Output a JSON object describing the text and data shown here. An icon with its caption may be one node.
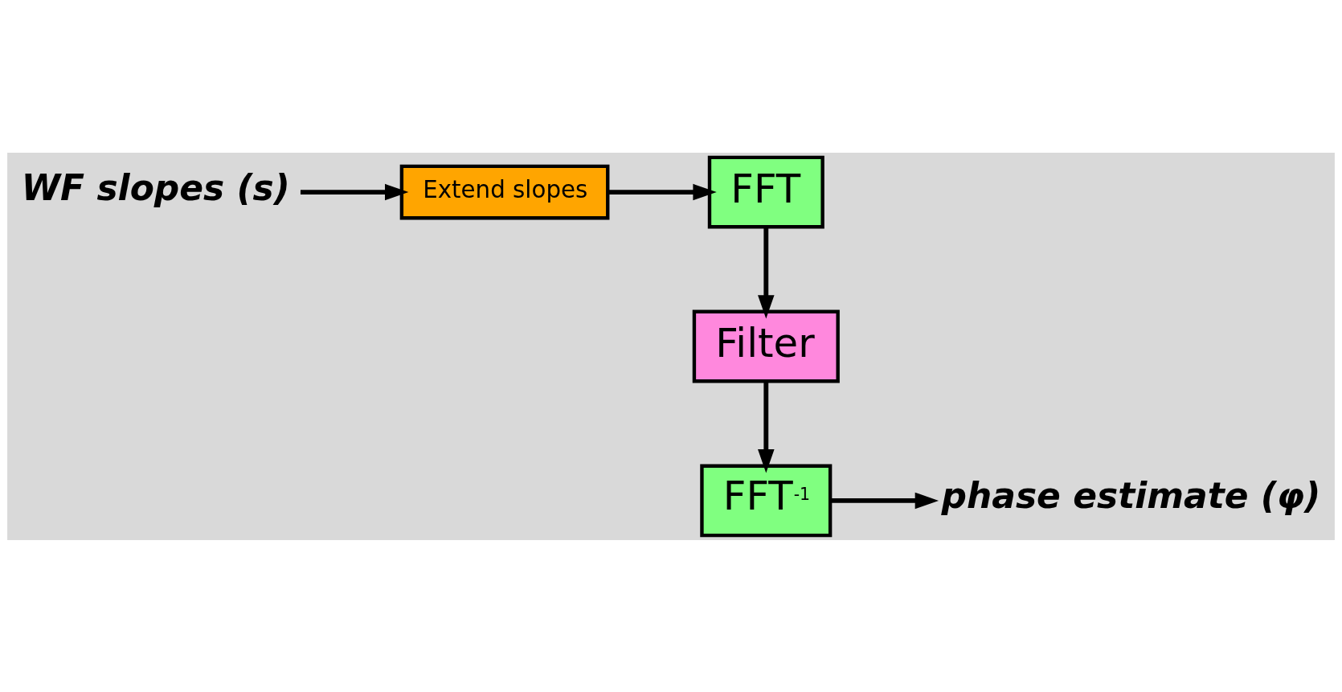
{
  "diagram": {
    "nodes": [
      {
        "text": [
          "WF slopes (s)"
        ]
      },
      {
        "text": [
          "Extend slopes"
        ]
      },
      {
        "text": [
          "FFT"
        ]
      },
      {
        "text": [
          "Filter"
        ]
      },
      {
        "text": [
          "FFT$^{-1}$"
        ]
      },
      {
        "text": [
          "phase estimate (φ)"
        ]
      }
    ],
    "edges": [
      {
        "from": 0,
        "to": 1,
        "arrow": "to"
      },
      {
        "from": 1,
        "to": 2,
        "arrow": "to"
      },
      {
        "from": 2,
        "to": 3,
        "arrow": "to"
      },
      {
        "from": 3,
        "to": 4,
        "arrow": "to"
      },
      {
        "from": 4,
        "to": 5,
        "arrow": "to"
      }
    ]
  }
}
